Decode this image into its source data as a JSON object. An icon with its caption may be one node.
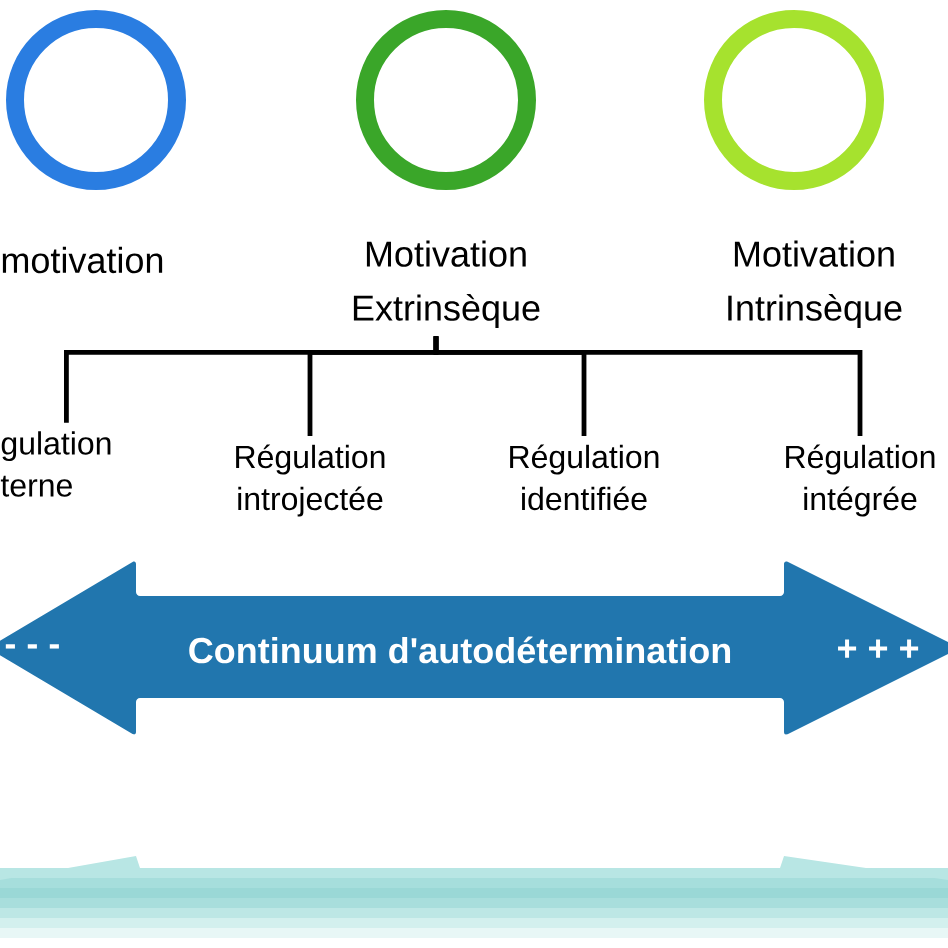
{
  "diagram": {
    "nodes": [
      {
        "text": [
          "motivation"
        ]
      },
      {
        "text": [
          "Motivation Extrinsèque"
        ]
      },
      {
        "text": [
          "Motivation Intrinsèque"
        ]
      },
      {
        "text": [
          "gulation terne"
        ]
      },
      {
        "text": [
          "Régulation introjectée"
        ]
      },
      {
        "text": [
          "Régulation identifiée"
        ]
      },
      {
        "text": [
          "Régulation intégrée"
        ]
      },
      {
        "text": [
          "- - -",
          "Continuum d'autodétermination",
          "+ + +"
        ]
      }
    ],
    "edges": [
      {
        "from": 1,
        "to": 3,
        "arrow": "none"
      },
      {
        "from": 1,
        "to": 4,
        "arrow": "none"
      },
      {
        "from": 1,
        "to": 5,
        "arrow": "none"
      },
      {
        "from": 1,
        "to": 6,
        "arrow": "none"
      }
    ]
  }
}
